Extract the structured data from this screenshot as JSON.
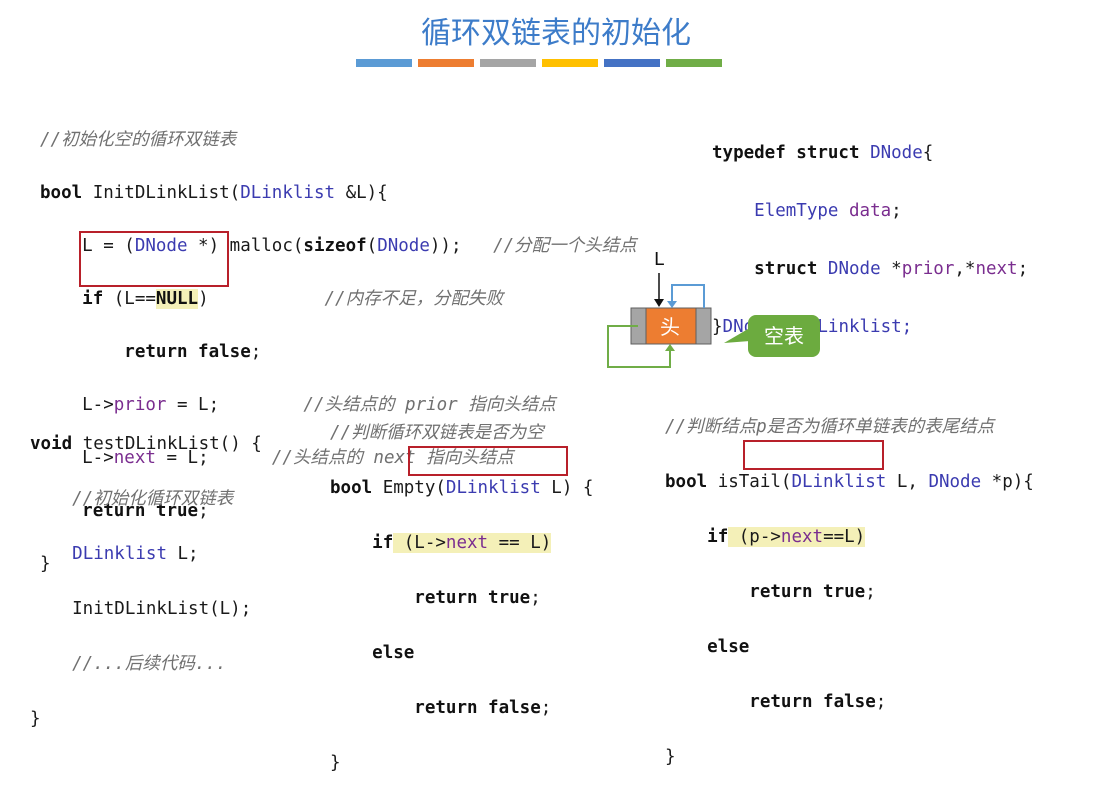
{
  "title": "循环双链表的初始化",
  "colors": {
    "bars": [
      "#5b9bd5",
      "#ed7d31",
      "#a5a5a5",
      "#ffc000",
      "#4472c4",
      "#70ad47"
    ],
    "title": "#3d7cc9",
    "highlight_box": "#b8202a",
    "node_fill": "#ed7d31",
    "node_side": "#a5a5a5",
    "arrow_blue": "#5b9bd5",
    "arrow_green": "#70ad47",
    "bubble": "#6cab3f"
  },
  "init_code": {
    "comment": "//初始化空的循环双链表",
    "sig_kw": "bool",
    "sig_name": " InitDLinkList(",
    "sig_type": "DLinklist",
    "sig_rest": " &L){",
    "l3_a": "    L = (",
    "l3_type": "DNode",
    "l3_b": " *) malloc(",
    "l3_kw": "sizeof",
    "l3_c": "(",
    "l3_type2": "DNode",
    "l3_d": "));   ",
    "l3_cm": "//分配一个头结点",
    "l4_a": "    ",
    "l4_kw": "if",
    "l4_b": " (L==",
    "l4_null": "NULL",
    "l4_c": ")           ",
    "l4_cm": "//内存不足，分配失败",
    "l5_a": "        ",
    "l5_kw": "return false",
    "l5_b": ";",
    "l6_a": "    L->",
    "l6_fld": "prior",
    "l6_b": " = L;        ",
    "l6_cm": "//头结点的 prior 指向头结点",
    "l7_a": "    L->",
    "l7_fld": "next",
    "l7_b": " = L;      ",
    "l7_cm": "//头结点的 next 指向头结点",
    "l8_a": "    ",
    "l8_kw": "return true",
    "l8_b": ";",
    "l9": "}"
  },
  "typedef_code": {
    "l1_kw": "typedef struct",
    "l1_a": " ",
    "l1_type": "DNode",
    "l1_b": "{",
    "l2_a": "    ",
    "l2_type": "ElemType",
    "l2_b": " ",
    "l2_fld": "data",
    "l2_c": ";",
    "l3_a": "    ",
    "l3_kw": "struct",
    "l3_b": " ",
    "l3_type": "DNode",
    "l3_c": " *",
    "l3_fld1": "prior",
    "l3_d": ",*",
    "l3_fld2": "next",
    "l3_e": ";",
    "l4_a": "}",
    "l4_b": "DNode, *DLinklist;"
  },
  "diagram": {
    "pointer_label": "L",
    "node_label": "头",
    "bubble_label": "空表"
  },
  "test_code": {
    "l1_kw": "void",
    "l1_a": " testDLinkList() {",
    "l2_cm": "    //初始化循环双链表",
    "l3_a": "    ",
    "l3_type": "DLinklist",
    "l3_b": " L;",
    "l4": "    InitDLinkList(L);",
    "l5_cm": "    //...后续代码...",
    "l6": "}"
  },
  "empty_code": {
    "comment": "//判断循环双链表是否为空",
    "l1_kw": "bool",
    "l1_a": " Empty(",
    "l1_type": "DLinklist",
    "l1_b": " L) {",
    "l2_a": "    ",
    "l2_kw": "if",
    "l2_b": " (L->",
    "l2_fld": "next",
    "l2_c": " == L)",
    "l3_a": "        ",
    "l3_kw": "return true",
    "l3_b": ";",
    "l4_a": "    ",
    "l4_kw": "else",
    "l5_a": "        ",
    "l5_kw": "return false",
    "l5_b": ";",
    "l6": "}"
  },
  "tail_code": {
    "comment": "//判断结点p是否为循环单链表的表尾结点",
    "l1_kw": "bool",
    "l1_a": " isTail(",
    "l1_type": "DLinklist",
    "l1_b": " L, ",
    "l1_type2": "DNode",
    "l1_c": " *p){",
    "l2_a": "    ",
    "l2_kw": "if",
    "l2_b": " (p->",
    "l2_fld": "next",
    "l2_c": "==L)",
    "l3_a": "        ",
    "l3_kw": "return true",
    "l3_b": ";",
    "l4_a": "    ",
    "l4_kw": "else",
    "l5_a": "        ",
    "l5_kw": "return false",
    "l5_b": ";",
    "l6": "}"
  }
}
